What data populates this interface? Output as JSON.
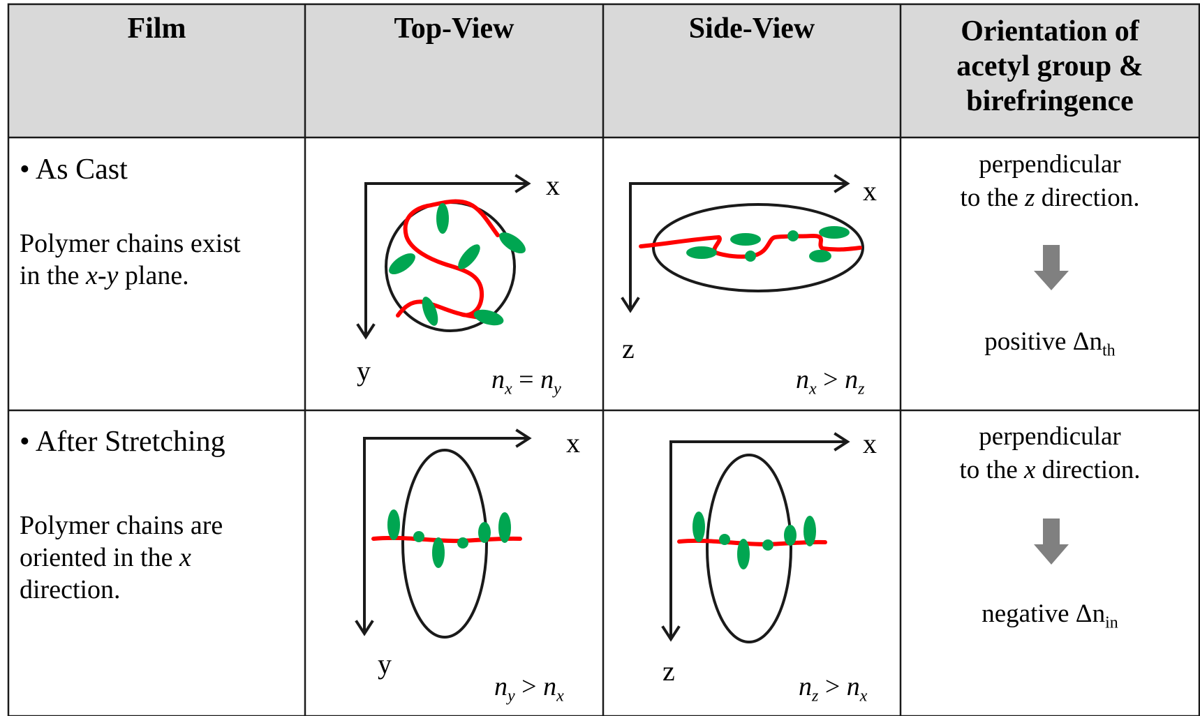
{
  "header": {
    "film": "Film",
    "top_view": "Top-View",
    "side_view": "Side-View",
    "orientation_line1": "Orientation of",
    "orientation_line2": "acetyl group &",
    "orientation_line3": "birefringence"
  },
  "rows": [
    {
      "title": "As Cast",
      "desc_line1": "Polymer chains exist",
      "desc_line2_pre": "in the ",
      "desc_line2_it1": "x",
      "desc_line2_mid": "-",
      "desc_line2_it2": "y",
      "desc_line2_post": " plane.",
      "top_axis_x": "x",
      "top_axis_y": "y",
      "top_rel_a": "n",
      "top_rel_a_sub": "x",
      "top_rel_op": " = ",
      "top_rel_b": "n",
      "top_rel_b_sub": "y",
      "side_axis_x": "x",
      "side_axis_z": "z",
      "side_rel_a": "n",
      "side_rel_a_sub": "x",
      "side_rel_op": " > ",
      "side_rel_b": "n",
      "side_rel_b_sub": "z",
      "orient_line1": "perpendicular",
      "orient_line2_pre": "to the ",
      "orient_line2_it": "z",
      "orient_line2_post": " direction.",
      "bire_pre": "positive Δn",
      "bire_sub": "th"
    },
    {
      "title": "After Stretching",
      "desc_line1": "Polymer chains are",
      "desc_line2_pre": "oriented in the ",
      "desc_line2_it": "x",
      "desc_line3": "direction.",
      "top_axis_x": "x",
      "top_axis_y": "y",
      "top_rel_a": "n",
      "top_rel_a_sub": "y",
      "top_rel_op": " > ",
      "top_rel_b": "n",
      "top_rel_b_sub": "x",
      "side_axis_x": "x",
      "side_axis_z": "z",
      "side_rel_a": "n",
      "side_rel_a_sub": "z",
      "side_rel_op": " > ",
      "side_rel_b": "n",
      "side_rel_b_sub": "x",
      "orient_line1": "perpendicular",
      "orient_line2_pre": "to the ",
      "orient_line2_it": "x",
      "orient_line2_post": " direction.",
      "bire_pre": "negative Δn",
      "bire_sub": "in"
    }
  ],
  "colors": {
    "header_bg": "#d9d9d9",
    "chain": "#ff0000",
    "acetyl": "#00a651",
    "arrow_down": "#808080",
    "line": "#1a1a1a"
  }
}
